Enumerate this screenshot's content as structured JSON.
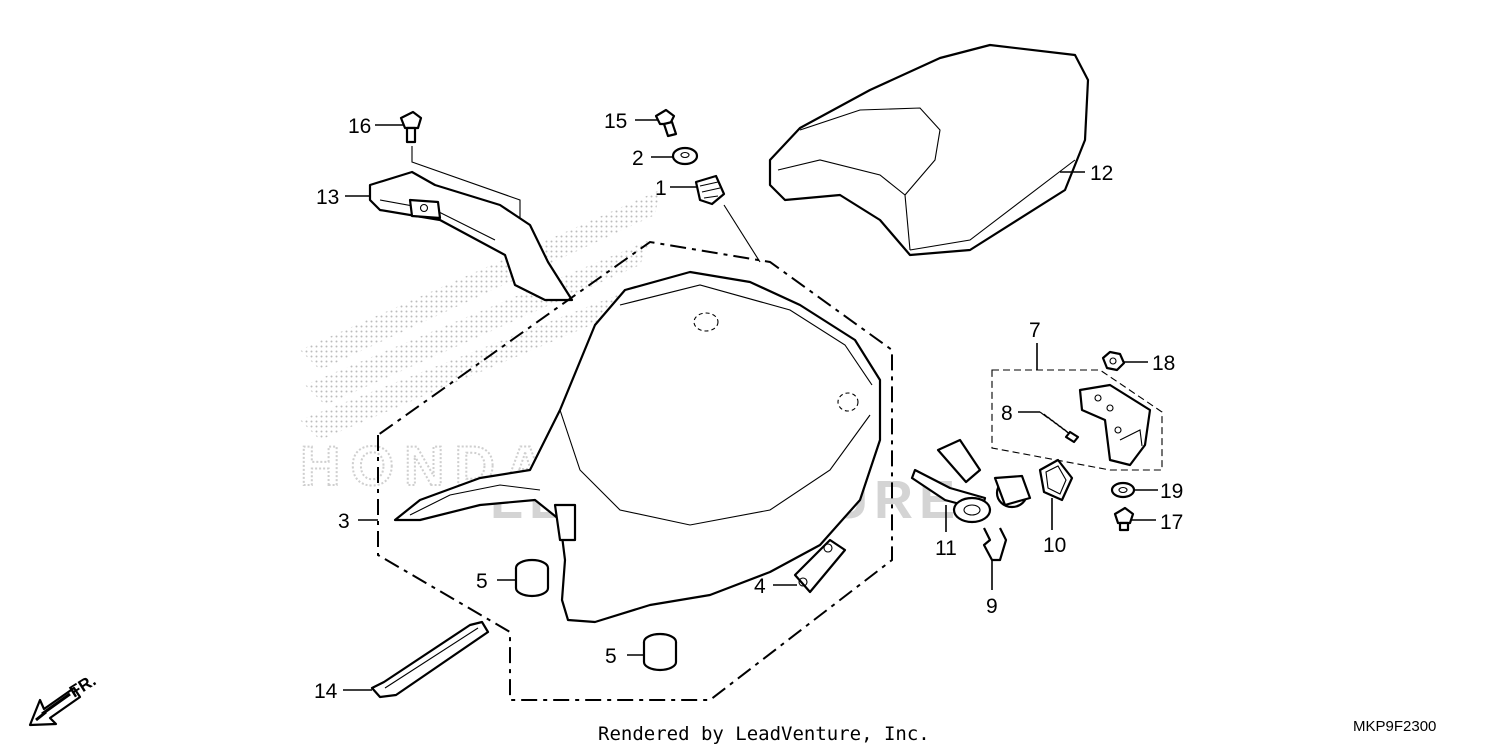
{
  "diagram": {
    "callouts": {
      "c1": "1",
      "c2": "2",
      "c3": "3",
      "c4": "4",
      "c5a": "5",
      "c5b": "5",
      "c7": "7",
      "c8": "8",
      "c9": "9",
      "c10": "10",
      "c11": "11",
      "c12": "12",
      "c13": "13",
      "c14": "14",
      "c15": "15",
      "c16": "16",
      "c17": "17",
      "c18": "18",
      "c19": "19"
    },
    "front_indicator": "FR.",
    "credit": "Rendered by LeadVenture, Inc.",
    "diagram_code": "MKP9F2300",
    "watermark_brand": "HONDA",
    "watermark_dealer": "LEADVENTURE"
  },
  "colors": {
    "line": "#000000",
    "watermark": "#c9c9c9",
    "background": "#ffffff"
  }
}
